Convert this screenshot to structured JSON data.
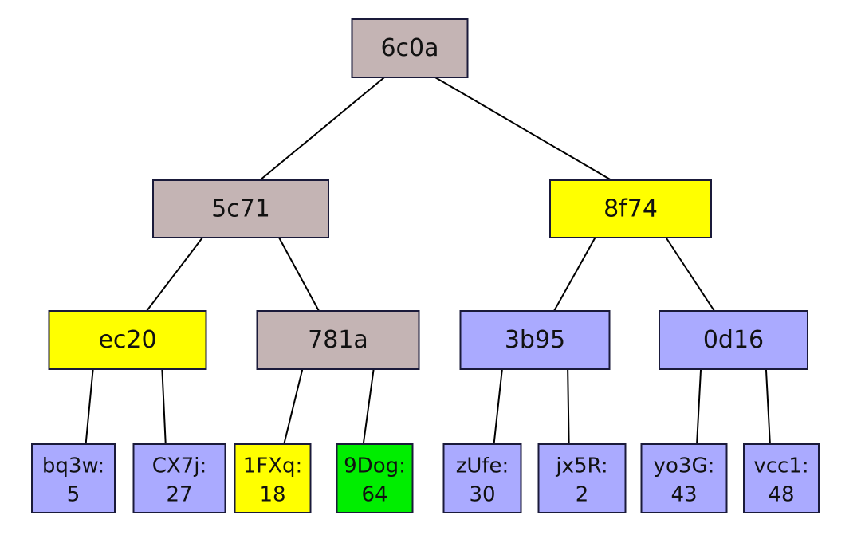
{
  "colors": {
    "internal": "#c4b4b4",
    "highlight": "#ffff00",
    "normal": "#aaaaff",
    "found": "#00ee00",
    "border": "#1a1a3a",
    "edge": "#000000"
  },
  "tree": {
    "id": "root",
    "label": "6c0a",
    "color": "internal",
    "children": [
      {
        "id": "n-5c71",
        "label": "5c71",
        "color": "internal",
        "children": [
          {
            "id": "n-ec20",
            "label": "ec20",
            "color": "highlight",
            "children": [
              {
                "id": "leaf-bq3w",
                "label": "bq3w:",
                "value": "5",
                "color": "normal"
              },
              {
                "id": "leaf-CX7j",
                "label": "CX7j:",
                "value": "27",
                "color": "normal"
              }
            ]
          },
          {
            "id": "n-781a",
            "label": "781a",
            "color": "internal",
            "children": [
              {
                "id": "leaf-1FXq",
                "label": "1FXq:",
                "value": "18",
                "color": "highlight"
              },
              {
                "id": "leaf-9Dog",
                "label": "9Dog:",
                "value": "64",
                "color": "found"
              }
            ]
          }
        ]
      },
      {
        "id": "n-8f74",
        "label": "8f74",
        "color": "highlight",
        "children": [
          {
            "id": "n-3b95",
            "label": "3b95",
            "color": "normal",
            "children": [
              {
                "id": "leaf-zUfe",
                "label": "zUfe:",
                "value": "30",
                "color": "normal"
              },
              {
                "id": "leaf-jx5R",
                "label": "jx5R:",
                "value": "2",
                "color": "normal"
              }
            ]
          },
          {
            "id": "n-0d16",
            "label": "0d16",
            "color": "normal",
            "children": [
              {
                "id": "leaf-yo3G",
                "label": "yo3G:",
                "value": "43",
                "color": "normal"
              },
              {
                "id": "leaf-vcc1",
                "label": "vcc1:",
                "value": "48",
                "color": "normal"
              }
            ]
          }
        ]
      }
    ]
  }
}
